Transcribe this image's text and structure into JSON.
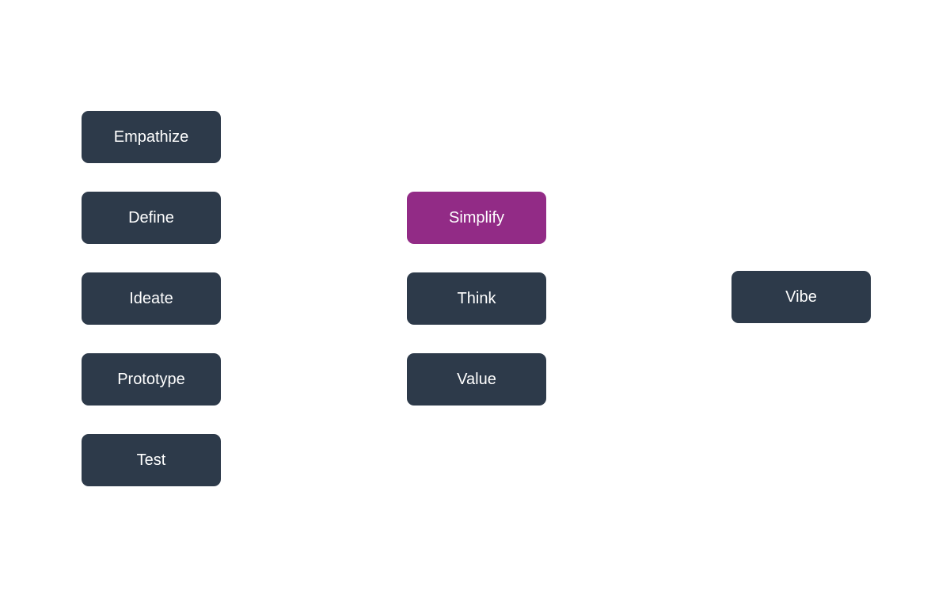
{
  "colors": {
    "node_default": "#2d3a4a",
    "node_highlight": "#922b86",
    "node_text": "#ffffff",
    "background": "#ffffff"
  },
  "columns": [
    {
      "nodes": [
        {
          "label": "Empathize"
        },
        {
          "label": "Define"
        },
        {
          "label": "Ideate"
        },
        {
          "label": "Prototype"
        },
        {
          "label": "Test"
        }
      ]
    },
    {
      "nodes": [
        {
          "label": "Simplify",
          "highlighted": true
        },
        {
          "label": "Think"
        },
        {
          "label": "Value"
        }
      ]
    },
    {
      "nodes": [
        {
          "label": "Vibe"
        }
      ]
    }
  ]
}
